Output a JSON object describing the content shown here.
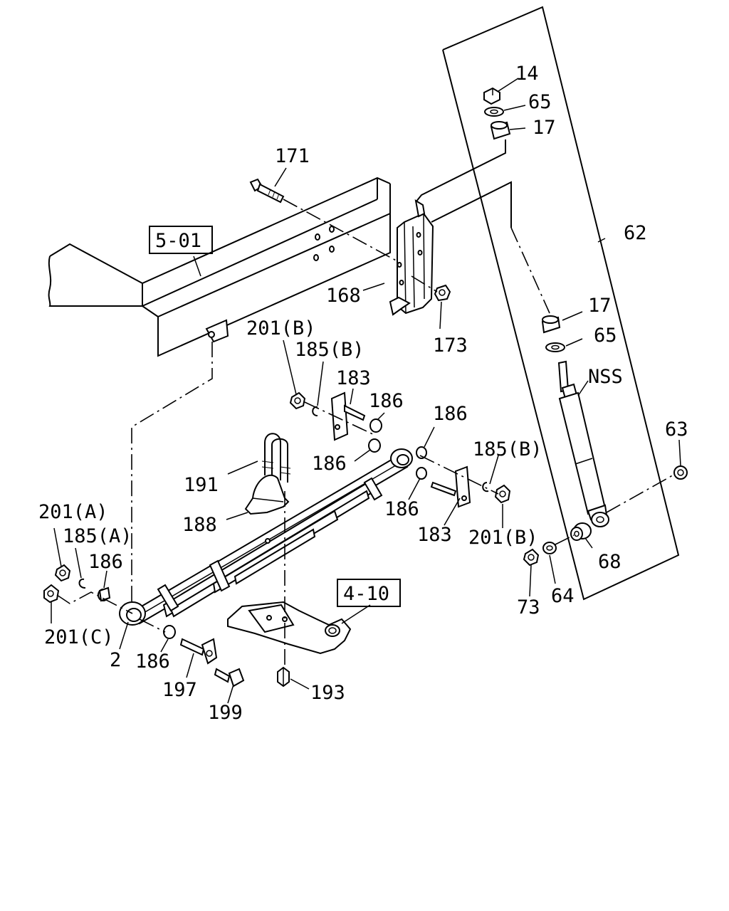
{
  "diagram": {
    "callouts": [
      {
        "id": "14",
        "text": "14"
      },
      {
        "id": "65a",
        "text": "65"
      },
      {
        "id": "17a",
        "text": "17"
      },
      {
        "id": "171",
        "text": "171"
      },
      {
        "id": "62",
        "text": "62"
      },
      {
        "id": "168",
        "text": "168"
      },
      {
        "id": "173",
        "text": "173"
      },
      {
        "id": "17b",
        "text": "17"
      },
      {
        "id": "65b",
        "text": "65"
      },
      {
        "id": "201b1",
        "text": "201(B)"
      },
      {
        "id": "185b1",
        "text": "185(B)"
      },
      {
        "id": "183a",
        "text": "183"
      },
      {
        "id": "186a",
        "text": "186"
      },
      {
        "id": "nss",
        "text": "NSS"
      },
      {
        "id": "186b",
        "text": "186"
      },
      {
        "id": "63",
        "text": "63"
      },
      {
        "id": "185b2",
        "text": "185(B)"
      },
      {
        "id": "186c",
        "text": "186"
      },
      {
        "id": "191",
        "text": "191"
      },
      {
        "id": "186d",
        "text": "186"
      },
      {
        "id": "183b",
        "text": "183"
      },
      {
        "id": "201b2",
        "text": "201(B)"
      },
      {
        "id": "188",
        "text": "188"
      },
      {
        "id": "201a",
        "text": "201(A)"
      },
      {
        "id": "185a",
        "text": "185(A)"
      },
      {
        "id": "186e",
        "text": "186"
      },
      {
        "id": "68",
        "text": "68"
      },
      {
        "id": "73",
        "text": "73"
      },
      {
        "id": "64",
        "text": "64"
      },
      {
        "id": "201c",
        "text": "201(C)"
      },
      {
        "id": "2",
        "text": "2"
      },
      {
        "id": "186f",
        "text": "186"
      },
      {
        "id": "197",
        "text": "197"
      },
      {
        "id": "199",
        "text": "199"
      },
      {
        "id": "193",
        "text": "193"
      }
    ],
    "reference_boxes": [
      {
        "id": "ref-frame",
        "text": "5-01"
      },
      {
        "id": "ref-axle",
        "text": "4-10"
      }
    ]
  }
}
